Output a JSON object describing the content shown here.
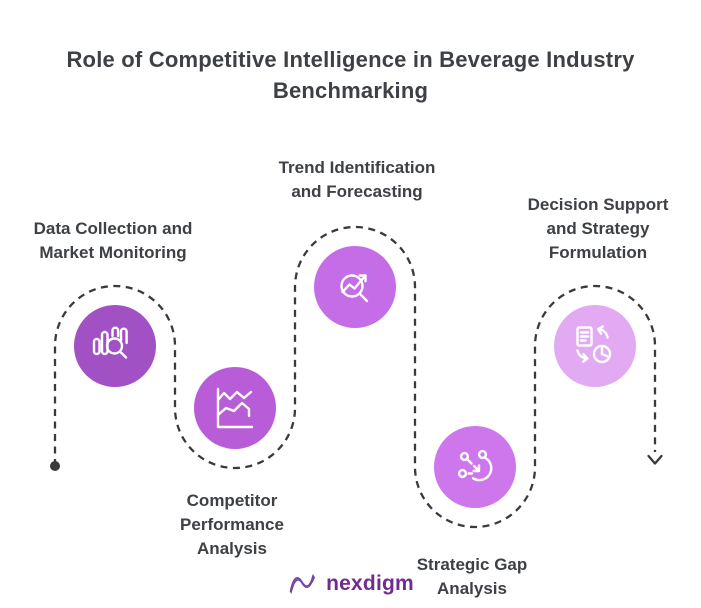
{
  "title": {
    "lines": [
      "Role of Competitive Intelligence in Beverage Industry",
      "Benchmarking"
    ]
  },
  "steps": [
    {
      "lines": [
        "Data Collection and",
        "Market Monitoring"
      ],
      "icon": "bar-chart-magnifier-icon",
      "circle_color": "#a151c3"
    },
    {
      "lines": [
        "Competitor",
        "Performance",
        "Analysis"
      ],
      "icon": "line-chart-icon",
      "circle_color": "#b95cd7"
    },
    {
      "lines": [
        "Trend Identification",
        "and Forecasting"
      ],
      "icon": "trend-magnifier-icon",
      "circle_color": "#c56de6"
    },
    {
      "lines": [
        "Strategic Gap",
        "Analysis"
      ],
      "icon": "nodes-arrow-icon",
      "circle_color": "#ce77ec"
    },
    {
      "lines": [
        "Decision Support",
        "and Strategy",
        "Formulation"
      ],
      "icon": "document-pie-cycle-icon",
      "circle_color": "#e1aaf2"
    }
  ],
  "path": {
    "color": "#3a3a3a",
    "style": "dashed"
  },
  "logo": {
    "text": "nexdigm",
    "text_color": "#722b8e",
    "symbol_purple": "#7b3fa0",
    "symbol_blue": "#5351c5"
  },
  "colors": {
    "background": "#ffffff",
    "text": "#3d4045",
    "icon_stroke": "#ffffff"
  }
}
